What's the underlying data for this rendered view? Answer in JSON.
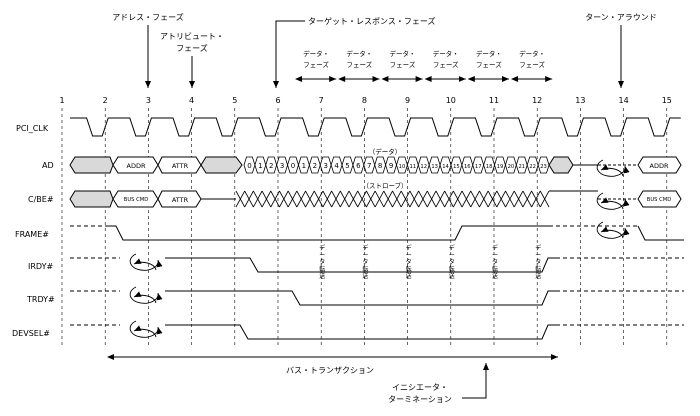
{
  "annotations": {
    "address_phase": "アドレス・フェーズ",
    "attribute_phase_line1": "アトリビュート・",
    "attribute_phase_line2": "フェーズ",
    "target_response_phase": "ターゲット・レスポンス・フェーズ",
    "turnaround": "ターン・アラウンド",
    "data_phase_line1": "データ・",
    "data_phase_line2": "フェーズ",
    "data_label": "（データ）",
    "strobe_label": "（ストローブ）",
    "bus_transaction": "バス・トランザクション",
    "initiator_termination_line1": "イニシエータ・",
    "initiator_termination_line2": "ターミネーション",
    "data_transfer_vertical": "データ転送"
  },
  "clock_ticks": [
    "1",
    "2",
    "3",
    "4",
    "5",
    "6",
    "7",
    "8",
    "9",
    "10",
    "11",
    "12",
    "13",
    "14",
    "15"
  ],
  "signals": {
    "pci_clk": "PCI_CLK",
    "ad": "AD",
    "cbe": "C/BE#",
    "frame": "FRAME#",
    "irdy": "IRDY#",
    "trdy": "TRDY#",
    "devsel": "DEVSEL#"
  },
  "bus_values": {
    "addr": "ADDR",
    "attr": "ATTR",
    "bus_cmd": "BUS CMD",
    "attr2": "ATTR",
    "addr2": "ADDR",
    "bus_cmd2": "BUS CMD"
  },
  "ad_data_digits": [
    "0",
    "1",
    "2",
    "3",
    "0",
    "1",
    "2",
    "3",
    "4",
    "5",
    "6",
    "7",
    "8",
    "9",
    "10",
    "11",
    "12",
    "13",
    "14",
    "15",
    "16",
    "17",
    "18",
    "19",
    "20",
    "21",
    "22",
    "23"
  ],
  "colors": {
    "line": "#000000",
    "grey_fill": "#d9d9d9"
  }
}
